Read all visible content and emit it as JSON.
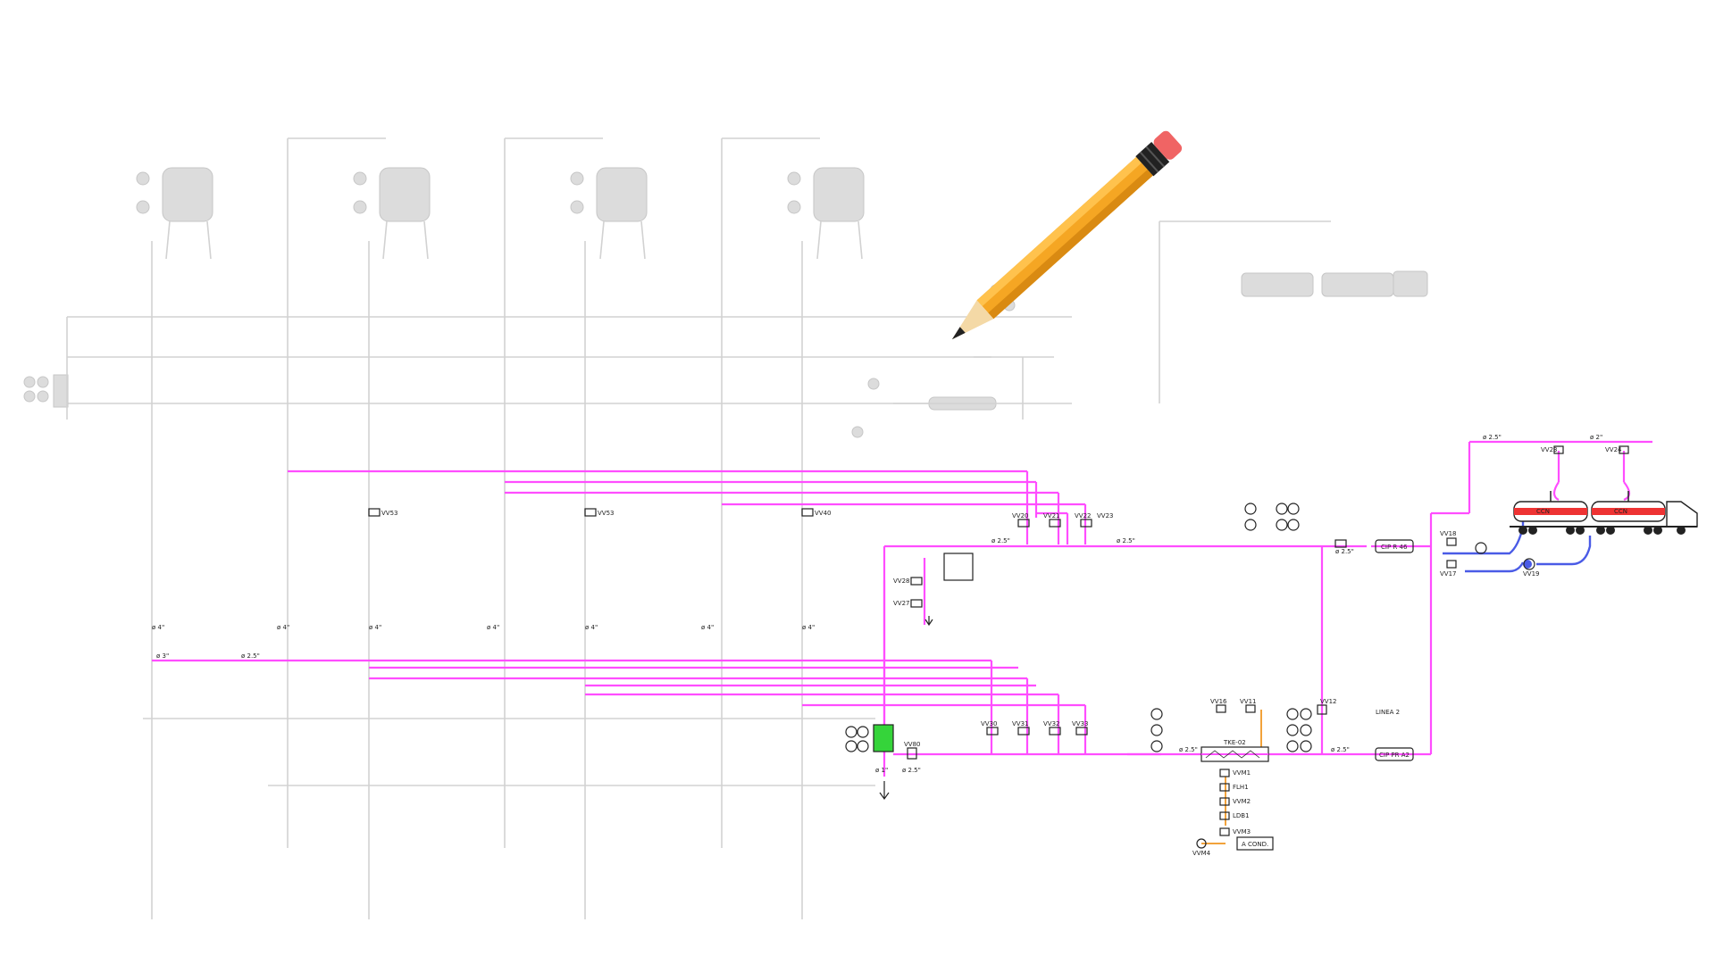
{
  "diagram": {
    "line_label": "LINEA 2",
    "hx_label": "TKE-02",
    "cip_labels": [
      "CIP R 46",
      "CIP PR A2"
    ],
    "condensate_label": "A COND.",
    "valves": {
      "v_top": [
        "VV20",
        "VV21",
        "VV22",
        "VV23"
      ],
      "v_bottom": [
        "VV30",
        "VV31",
        "VV32",
        "VV33"
      ],
      "v_mid": [
        "VV28",
        "VV27"
      ],
      "rows_tanks": [
        "VV53",
        "VV53",
        "VV40"
      ],
      "hx_valves": [
        "VV16",
        "VV11",
        "VV12"
      ],
      "pump": "VV80",
      "condensate_train": [
        "VVM1",
        "FLH1",
        "VVM2",
        "LDB1",
        "VVM3",
        "VVM4"
      ],
      "truck_valves": [
        "VV23",
        "VV24"
      ],
      "truck_left": [
        "VV18",
        "VV17",
        "VV19"
      ]
    },
    "sizes": {
      "d25": "ø 2.5\"",
      "d2": "ø 2\"",
      "d3": "ø 3\"",
      "d4": "ø 4\"",
      "d1": "ø 1\""
    },
    "truck_tank_label": "CCN",
    "colors": {
      "faint": "#d2d2d2",
      "magenta": "#ff4dff",
      "blue": "#4a5be6",
      "orange": "#f2a23a",
      "pump_green": "#35d43a",
      "pencil_body": "#f5a623",
      "pencil_eraser": "#f06464"
    }
  }
}
